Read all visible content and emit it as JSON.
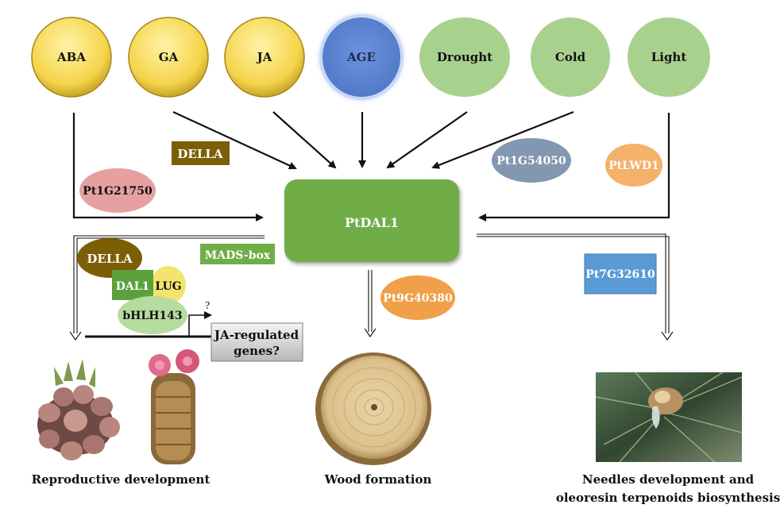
{
  "signals": [
    {
      "label": "ABA",
      "color": "#f5d44a"
    },
    {
      "label": "GA",
      "color": "#f5d44a"
    },
    {
      "label": "JA",
      "color": "#f5d44a"
    },
    {
      "label": "AGE",
      "color": "#5b84d4"
    },
    {
      "label": "Drought",
      "color": "#a9d18e"
    },
    {
      "label": "Cold",
      "color": "#a9d18e"
    },
    {
      "label": "Light",
      "color": "#a9d18e"
    }
  ],
  "center": {
    "label": "PtDAL1",
    "color": "#70ad47"
  },
  "factors": {
    "della_top": "DELLA",
    "pt1g21750": "Pt1G21750",
    "pt1g54050": "Pt1G54050",
    "ptlwd1": "PtLWD1",
    "della_complex": "DELLA",
    "mads_box": "MADS-box",
    "dal1": "DAL1",
    "lug": "LUG",
    "bhlh143": "bHLH143",
    "question": "?",
    "ja_genes_line1": "JA-regulated",
    "ja_genes_line2": "genes?",
    "pt9g40380": "Pt9G40380",
    "pt7g32610": "Pt7G32610"
  },
  "outputs": {
    "reproductive": "Reproductive development",
    "wood": "Wood formation",
    "needles_line1": "Needles development and",
    "needles_line2": "oleoresin terpenoids biosynthesis"
  }
}
